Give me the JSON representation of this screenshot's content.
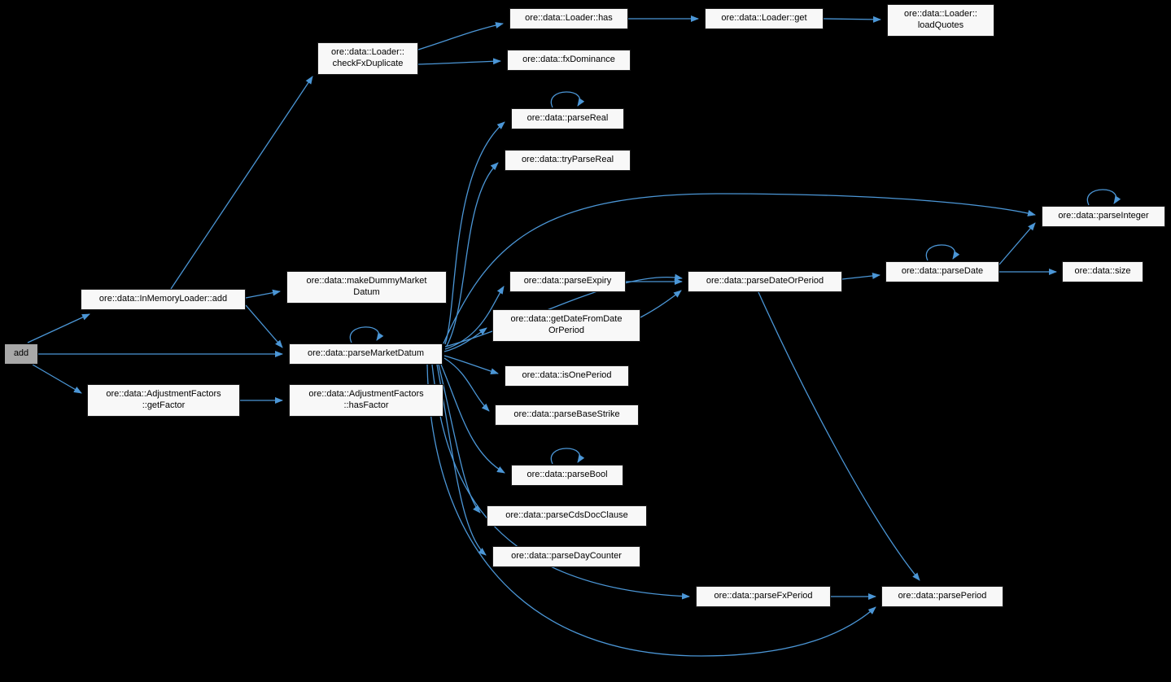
{
  "diagram": {
    "type": "call-graph",
    "colors": {
      "background": "#000000",
      "edge": "#4b96d6",
      "node_bg": "#f8f8f8",
      "node_border": "#1a1a1a",
      "node_text": "#000000",
      "highlight_bg": "#a8a8a8"
    },
    "nodes": [
      {
        "id": "add",
        "label": "add",
        "highlighted": true
      },
      {
        "id": "inmemoryloader-add",
        "label": "ore::data::InMemoryLoader::add",
        "highlighted": false
      },
      {
        "id": "adjustmentfactors-getfactor",
        "label": "ore::data::AdjustmentFactors\n::getFactor",
        "highlighted": false
      },
      {
        "id": "loader-checkfxduplicate",
        "label": "ore::data::Loader::\ncheckFxDuplicate",
        "highlighted": false
      },
      {
        "id": "loader-has",
        "label": "ore::data::Loader::has",
        "highlighted": false
      },
      {
        "id": "loader-get",
        "label": "ore::data::Loader::get",
        "highlighted": false
      },
      {
        "id": "loader-loadquotes",
        "label": "ore::data::Loader::\nloadQuotes",
        "highlighted": false
      },
      {
        "id": "fxdominance",
        "label": "ore::data::fxDominance",
        "highlighted": false
      },
      {
        "id": "makedummymarketdatum",
        "label": "ore::data::makeDummyMarket\nDatum",
        "highlighted": false
      },
      {
        "id": "parsemarketdatum",
        "label": "ore::data::parseMarketDatum",
        "highlighted": false
      },
      {
        "id": "adjustmentfactors-hasfactor",
        "label": "ore::data::AdjustmentFactors\n::hasFactor",
        "highlighted": false
      },
      {
        "id": "parsereal",
        "label": "ore::data::parseReal",
        "highlighted": false
      },
      {
        "id": "tryparsereal",
        "label": "ore::data::tryParseReal",
        "highlighted": false
      },
      {
        "id": "parseexpiry",
        "label": "ore::data::parseExpiry",
        "highlighted": false
      },
      {
        "id": "getdatefromdateorperiod",
        "label": "ore::data::getDateFromDate\nOrPeriod",
        "highlighted": false
      },
      {
        "id": "isoneperiod",
        "label": "ore::data::isOnePeriod",
        "highlighted": false
      },
      {
        "id": "parsebasestrike",
        "label": "ore::data::parseBaseStrike",
        "highlighted": false
      },
      {
        "id": "parsebool",
        "label": "ore::data::parseBool",
        "highlighted": false
      },
      {
        "id": "parsecdsdocclause",
        "label": "ore::data::parseCdsDocClause",
        "highlighted": false
      },
      {
        "id": "parsedaycounter",
        "label": "ore::data::parseDayCounter",
        "highlighted": false
      },
      {
        "id": "parsedateorperiod",
        "label": "ore::data::parseDateOrPeriod",
        "highlighted": false
      },
      {
        "id": "parsedate",
        "label": "ore::data::parseDate",
        "highlighted": false
      },
      {
        "id": "parseinteger",
        "label": "ore::data::parseInteger",
        "highlighted": false
      },
      {
        "id": "size",
        "label": "ore::data::size",
        "highlighted": false
      },
      {
        "id": "parsefxperiod",
        "label": "ore::data::parseFxPeriod",
        "highlighted": false
      },
      {
        "id": "parseperiod",
        "label": "ore::data::parsePeriod",
        "highlighted": false
      }
    ],
    "edges": [
      {
        "from": "add",
        "to": "inmemoryloader-add"
      },
      {
        "from": "add",
        "to": "parsemarketdatum"
      },
      {
        "from": "add",
        "to": "adjustmentfactors-getfactor"
      },
      {
        "from": "inmemoryloader-add",
        "to": "loader-checkfxduplicate"
      },
      {
        "from": "inmemoryloader-add",
        "to": "makedummymarketdatum"
      },
      {
        "from": "inmemoryloader-add",
        "to": "parsemarketdatum"
      },
      {
        "from": "loader-checkfxduplicate",
        "to": "loader-has"
      },
      {
        "from": "loader-checkfxduplicate",
        "to": "fxdominance"
      },
      {
        "from": "loader-has",
        "to": "loader-get"
      },
      {
        "from": "loader-get",
        "to": "loader-loadquotes"
      },
      {
        "from": "adjustmentfactors-getfactor",
        "to": "adjustmentfactors-hasfactor"
      },
      {
        "from": "parsemarketdatum",
        "to": "parsemarketdatum"
      },
      {
        "from": "parsemarketdatum",
        "to": "parsereal"
      },
      {
        "from": "parsemarketdatum",
        "to": "tryparsereal"
      },
      {
        "from": "parsemarketdatum",
        "to": "parseexpiry"
      },
      {
        "from": "parsemarketdatum",
        "to": "getdatefromdateorperiod"
      },
      {
        "from": "parsemarketdatum",
        "to": "isoneperiod"
      },
      {
        "from": "parsemarketdatum",
        "to": "parsebasestrike"
      },
      {
        "from": "parsemarketdatum",
        "to": "parsebool"
      },
      {
        "from": "parsemarketdatum",
        "to": "parsecdsdocclause"
      },
      {
        "from": "parsemarketdatum",
        "to": "parsedaycounter"
      },
      {
        "from": "parsemarketdatum",
        "to": "parsedateorperiod"
      },
      {
        "from": "parsemarketdatum",
        "to": "parseinteger"
      },
      {
        "from": "parsemarketdatum",
        "to": "parsefxperiod"
      },
      {
        "from": "parsemarketdatum",
        "to": "parseperiod"
      },
      {
        "from": "parsereal",
        "to": "parsereal"
      },
      {
        "from": "parsebool",
        "to": "parsebool"
      },
      {
        "from": "parseexpiry",
        "to": "parsedateorperiod"
      },
      {
        "from": "getdatefromdateorperiod",
        "to": "parsedateorperiod"
      },
      {
        "from": "parsedateorperiod",
        "to": "parsedate"
      },
      {
        "from": "parsedateorperiod",
        "to": "parseperiod"
      },
      {
        "from": "parsedate",
        "to": "parsedate"
      },
      {
        "from": "parsedate",
        "to": "parseinteger"
      },
      {
        "from": "parsedate",
        "to": "size"
      },
      {
        "from": "parseinteger",
        "to": "parseinteger"
      },
      {
        "from": "parsefxperiod",
        "to": "parseperiod"
      }
    ]
  }
}
